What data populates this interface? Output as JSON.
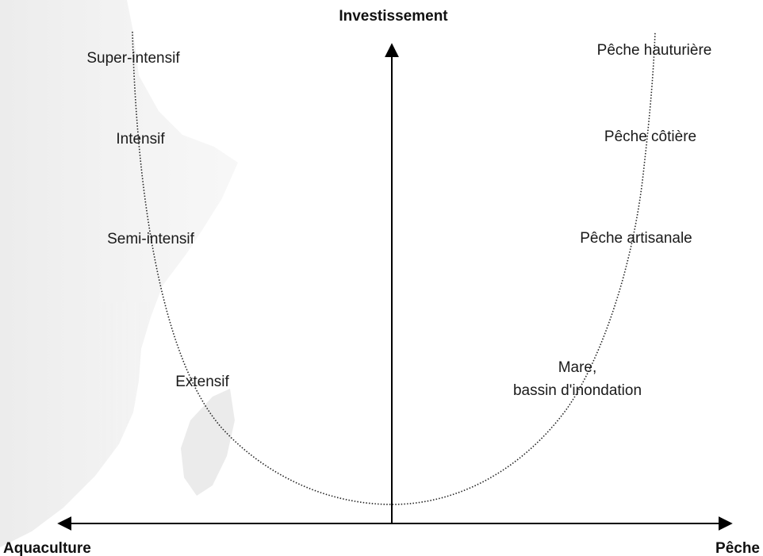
{
  "axes": {
    "vertical_title": "Investissement",
    "left_title": "Aquaculture",
    "right_title": "Pêche"
  },
  "aquaculture_levels": [
    {
      "id": "super-intensif",
      "label": "Super-intensif"
    },
    {
      "id": "intensif",
      "label": "Intensif"
    },
    {
      "id": "semi-intensif",
      "label": "Semi-intensif"
    },
    {
      "id": "extensif",
      "label": "Extensif"
    }
  ],
  "peche_levels": [
    {
      "id": "peche-hauturiere",
      "label": "Pêche hauturière"
    },
    {
      "id": "peche-cotiere",
      "label": "Pêche côtière"
    },
    {
      "id": "peche-artisanale",
      "label": "Pêche artisanale"
    },
    {
      "id": "mare",
      "label_line1": "Mare,",
      "label_line2": "bassin d'inondation"
    }
  ],
  "colors": {
    "ink": "#000000",
    "label": "#1a1a1a",
    "map_background": "#d8d8d8"
  }
}
